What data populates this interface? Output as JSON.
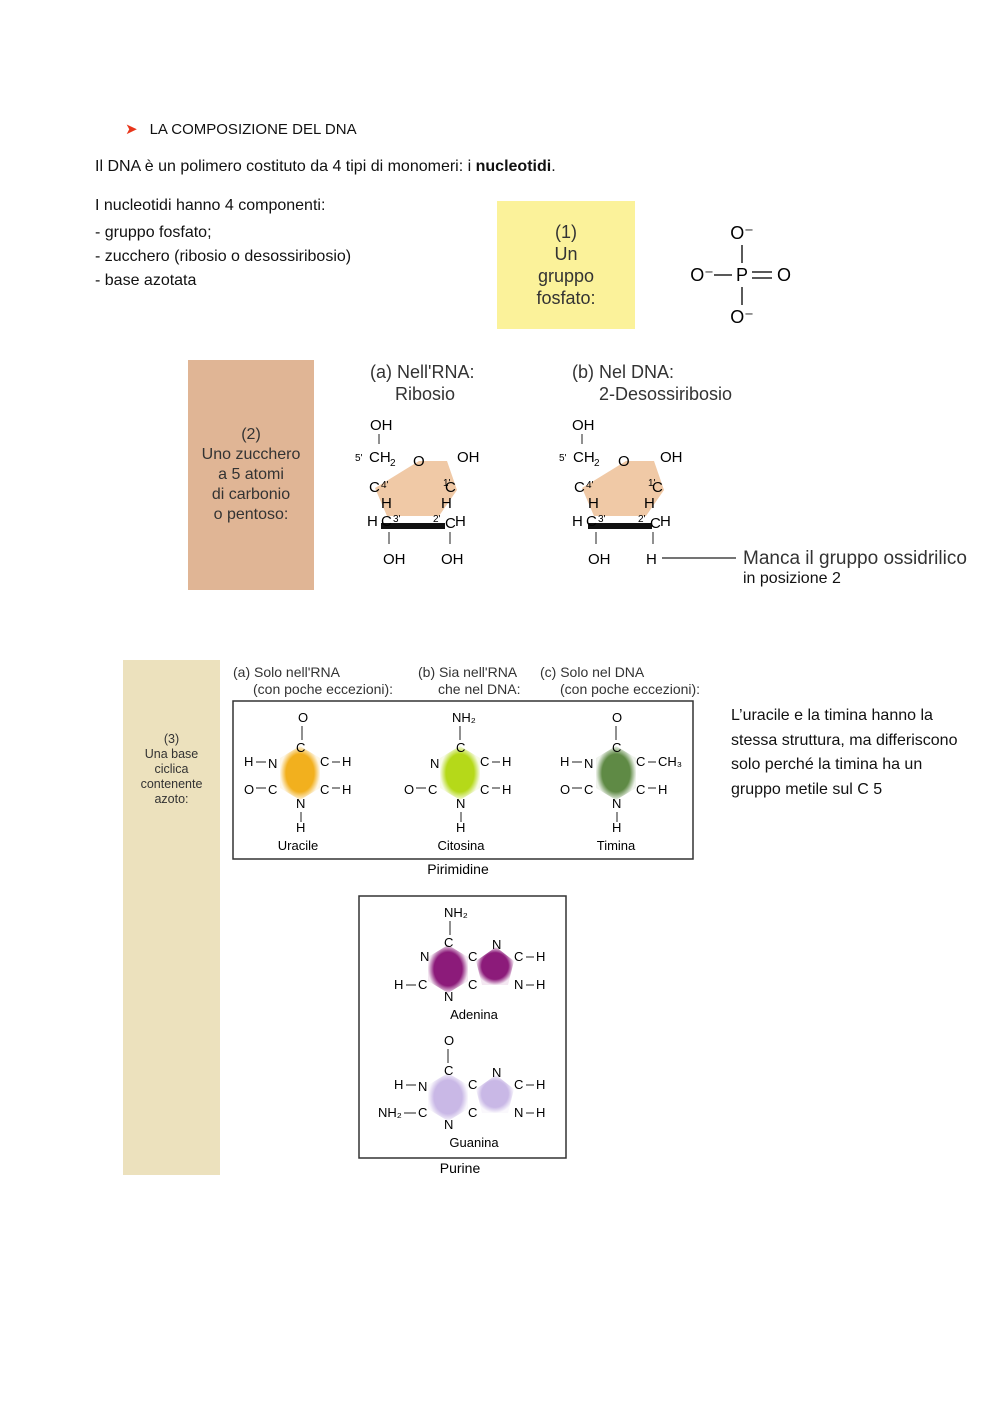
{
  "heading": {
    "arrow": "➤",
    "text": "LA COMPOSIZIONE DEL DNA"
  },
  "intro": {
    "before": "Il DNA è un polimero costituto da 4 tipi di monomeri: i ",
    "bold": "nucleotidi",
    "after": "."
  },
  "components": {
    "title": "I nucleotidi hanno 4 componenti:",
    "items": [
      "- gruppo fosfato;",
      "- zucchero (ribosio o desossiribosio)",
      "- base azotata"
    ]
  },
  "phosphate": {
    "panel_lines": [
      "(1)",
      "Un",
      "gruppo",
      "fosfato:"
    ],
    "atoms": {
      "o_top": "O⁻",
      "o_left": "O⁻",
      "p": "P",
      "o_right": "O",
      "o_bottom": "O⁻"
    }
  },
  "sugar": {
    "panel_lines": [
      "(2)",
      "Uno zucchero",
      "a 5 atomi",
      "di carbonio",
      "o pentoso:"
    ],
    "ribose_title": [
      "(a) Nell'RNA:",
      "Ribosio"
    ],
    "deoxy_title": [
      "(b) Nel DNA:",
      "2-Desossiribosio"
    ],
    "labels": {
      "oh": "OH",
      "ch2": "CH",
      "sub2": "2",
      "o": "O",
      "c": "C",
      "h": "H",
      "five": "5'",
      "four": "4'",
      "one": "1'",
      "three": "3'",
      "two": "2'"
    },
    "missing_note": "Manca il gruppo ossidrilico",
    "missing_note_2": "in posizione 2"
  },
  "bases": {
    "panel_lines": [
      "(3)",
      "Una base",
      "ciclica",
      "contenente",
      "azoto:"
    ],
    "col_a": [
      "(a) Solo nell'RNA",
      "(con poche eccezioni):"
    ],
    "col_b": [
      "(b) Sia nell'RNA",
      "che nel DNA:"
    ],
    "col_c": [
      "(c) Solo nel DNA",
      "(con poche eccezioni):"
    ],
    "pyrimidines": [
      "Uracile",
      "Citosina",
      "Timina"
    ],
    "pyrimidine_group": "Pirimidine",
    "purines": [
      "Adenina",
      "Guanina"
    ],
    "purine_group": "Purine",
    "atoms": {
      "o": "O",
      "nh2": "NH₂",
      "n": "N",
      "c": "C",
      "h": "H",
      "ch3": "CH₃"
    },
    "colors": {
      "uracil": "#f2b01e",
      "cytosine": "#b5d919",
      "thymine": "#5f8a45",
      "adenine": "#8c1b7a",
      "guanine": "#c9b8e6"
    }
  },
  "side_note": "L’uracile e la timina hanno la stessa struttura, ma differiscono solo perché la timina ha un gruppo metile sul C 5"
}
